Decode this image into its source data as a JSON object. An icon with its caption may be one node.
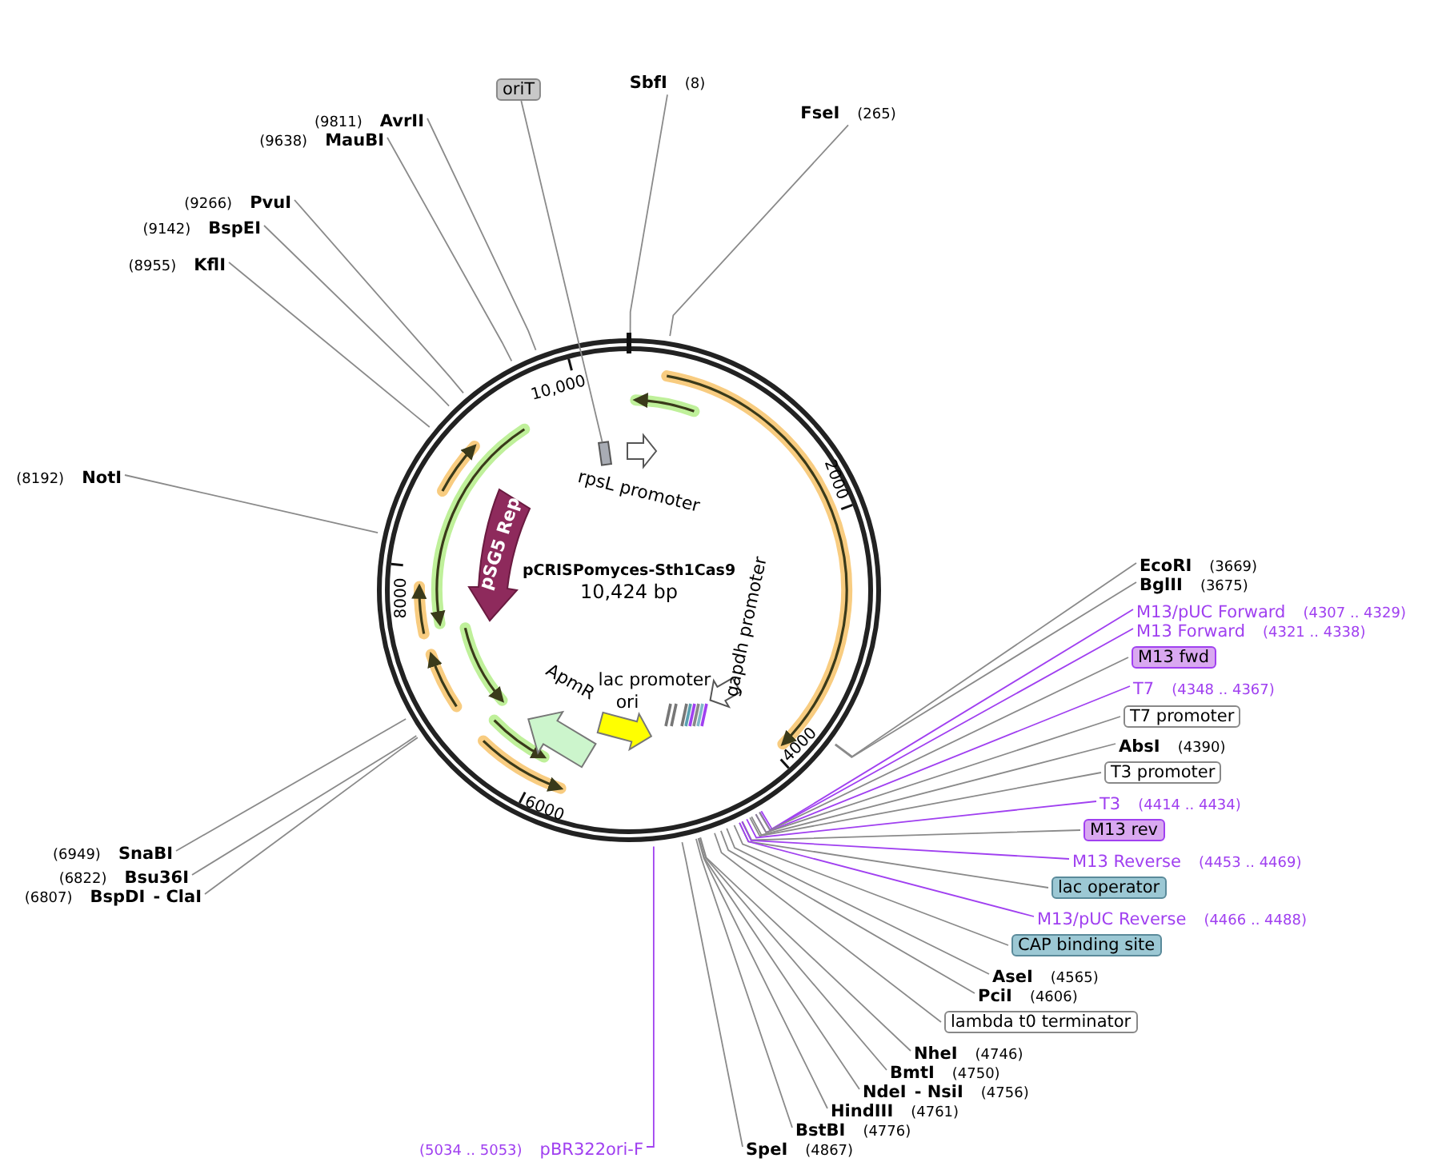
{
  "diagram": {
    "title": "pCRISPomyces-Sth1Cas9",
    "nodes": [
      {
        "text": [
          "oriT"
        ]
      },
      {
        "text": [
          "SbfI",
          "(8)"
        ]
      },
      {
        "text": [
          "FseI",
          "(265)"
        ]
      },
      {
        "text": [
          "(9811)",
          "AvrII"
        ]
      },
      {
        "text": [
          "(9638)",
          "MauBI"
        ]
      },
      {
        "text": [
          "(9266)",
          "PvuI"
        ]
      },
      {
        "text": [
          "(9142)",
          "BspEI"
        ]
      },
      {
        "text": [
          "(8955)",
          "KflI"
        ]
      },
      {
        "text": [
          "(8192)",
          "NotI"
        ]
      },
      {
        "text": [
          "EcoRI",
          "(3669)"
        ]
      },
      {
        "text": [
          "BglII",
          "(3675)"
        ]
      },
      {
        "text": [
          "M13/pUC Forward",
          "(4307 .. 4329)"
        ]
      },
      {
        "text": [
          "M13 Forward",
          "(4321 .. 4338)"
        ]
      },
      {
        "text": [
          "M13 fwd"
        ]
      },
      {
        "text": [
          "T7",
          "(4348 .. 4367)"
        ]
      },
      {
        "text": [
          "T7 promoter"
        ]
      },
      {
        "text": [
          "AbsI",
          "(4390)"
        ]
      },
      {
        "text": [
          "T3 promoter"
        ]
      },
      {
        "text": [
          "T3",
          "(4414 .. 4434)"
        ]
      },
      {
        "text": [
          "M13 rev"
        ]
      },
      {
        "text": [
          "M13 Reverse",
          "(4453 .. 4469)"
        ]
      },
      {
        "text": [
          "lac operator"
        ]
      },
      {
        "text": [
          "M13/pUC Reverse",
          "(4466 .. 4488)"
        ]
      },
      {
        "text": [
          "CAP binding site"
        ]
      },
      {
        "text": [
          "AseI",
          "(4565)"
        ]
      },
      {
        "text": [
          "PciI",
          "(4606)"
        ]
      },
      {
        "text": [
          "lambda t0 terminator"
        ]
      },
      {
        "text": [
          "NheI",
          "(4746)"
        ]
      },
      {
        "text": [
          "BmtI",
          "(4750)"
        ]
      },
      {
        "text": [
          "NdeI",
          "- NsiI",
          "(4756)"
        ]
      },
      {
        "text": [
          "HindIII",
          "(4761)"
        ]
      },
      {
        "text": [
          "BstBI",
          "(4776)"
        ]
      },
      {
        "text": [
          "SpeI",
          "(4867)"
        ]
      },
      {
        "text": [
          "(6949)",
          "SnaBI"
        ]
      },
      {
        "text": [
          "(6822)",
          "Bsu36I"
        ]
      },
      {
        "text": [
          "(6807)",
          "BspDI",
          "- ClaI"
        ]
      },
      {
        "text": [
          "(5034 .. 5053)",
          "pBR322ori-F"
        ]
      },
      {
        "text": [],
        "shape": "box"
      },
      {
        "text": [
          "rpsL promoter"
        ]
      },
      {
        "text": [
          "pSG5 Rep"
        ]
      },
      {
        "text": [
          "gapdh promoter"
        ]
      },
      {
        "text": [
          "lac promoter"
        ]
      },
      {
        "text": [
          "ori"
        ]
      },
      {
        "text": [
          "ApmR"
        ]
      }
    ],
    "edges": [
      {
        "from": 0,
        "to": 37,
        "arrow": "none"
      },
      {
        "from": 1,
        "to": null,
        "arrow": "none"
      },
      {
        "from": 2,
        "to": null,
        "arrow": "none"
      },
      {
        "from": 3,
        "to": null,
        "arrow": "none"
      },
      {
        "from": 4,
        "to": null,
        "arrow": "none"
      },
      {
        "from": 5,
        "to": null,
        "arrow": "none"
      },
      {
        "from": 6,
        "to": null,
        "arrow": "none"
      },
      {
        "from": 7,
        "to": null,
        "arrow": "none"
      },
      {
        "from": 8,
        "to": null,
        "arrow": "none"
      },
      {
        "from": 9,
        "to": null,
        "arrow": "none"
      },
      {
        "from": 10,
        "to": null,
        "arrow": "none"
      },
      {
        "from": 11,
        "to": null,
        "arrow": "none",
        "color": "#a040f0"
      },
      {
        "from": 12,
        "to": null,
        "arrow": "none",
        "color": "#a040f0"
      },
      {
        "from": 13,
        "to": null,
        "arrow": "none"
      },
      {
        "from": 14,
        "to": null,
        "arrow": "none",
        "color": "#a040f0"
      },
      {
        "from": 15,
        "to": null,
        "arrow": "none"
      },
      {
        "from": 16,
        "to": null,
        "arrow": "none"
      },
      {
        "from": 17,
        "to": null,
        "arrow": "none"
      },
      {
        "from": 18,
        "to": null,
        "arrow": "none",
        "color": "#a040f0"
      },
      {
        "from": 19,
        "to": null,
        "arrow": "none"
      },
      {
        "from": 20,
        "to": null,
        "arrow": "none",
        "color": "#a040f0"
      },
      {
        "from": 21,
        "to": null,
        "arrow": "none"
      },
      {
        "from": 22,
        "to": null,
        "arrow": "none",
        "color": "#a040f0"
      },
      {
        "from": 23,
        "to": null,
        "arrow": "none"
      },
      {
        "from": 24,
        "to": null,
        "arrow": "none"
      },
      {
        "from": 25,
        "to": null,
        "arrow": "none"
      },
      {
        "from": 26,
        "to": null,
        "arrow": "none"
      },
      {
        "from": 27,
        "to": null,
        "arrow": "none"
      },
      {
        "from": 28,
        "to": null,
        "arrow": "none"
      },
      {
        "from": 29,
        "to": null,
        "arrow": "none"
      },
      {
        "from": 30,
        "to": null,
        "arrow": "none"
      },
      {
        "from": 31,
        "to": null,
        "arrow": "none"
      },
      {
        "from": 32,
        "to": null,
        "arrow": "none"
      },
      {
        "from": 33,
        "to": null,
        "arrow": "none"
      },
      {
        "from": 34,
        "to": null,
        "arrow": "none"
      },
      {
        "from": 35,
        "to": null,
        "arrow": "none"
      },
      {
        "from": 36,
        "to": null,
        "arrow": "none",
        "color": "#a040f0"
      }
    ],
    "labels": [
      "10,424 bp",
      "10,000",
      "2000",
      "4000",
      "6000",
      "8000"
    ]
  }
}
